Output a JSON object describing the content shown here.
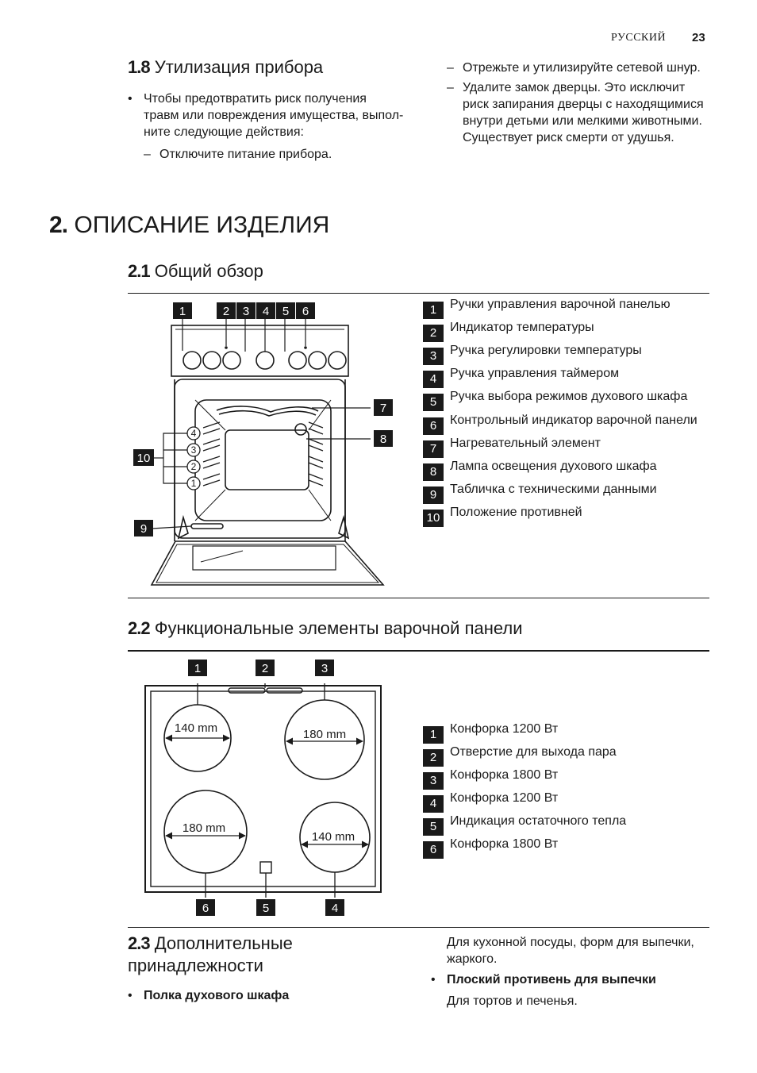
{
  "header": {
    "language": "РУССКИЙ",
    "page_number": "23"
  },
  "section_1_8": {
    "number": "1.8",
    "title": "Утилизация прибора",
    "bullet": [
      "Чтобы предотвратить риск получения",
      "травм или повреждения имущества, выпол-",
      "ните следующие действия:"
    ],
    "dash_1": "Отключите питание прибора.",
    "dash_2": "Отрежьте и утилизируйте сетевой шнур.",
    "dash_3": [
      "Удалите замок дверцы. Это исключит",
      "риск запирания дверцы с находящимися",
      "внутри детьми или мелкими животными.",
      "Существует риск смерти от удушья."
    ]
  },
  "chapter_2": {
    "number": "2.",
    "title": "ОПИСАНИЕ ИЗДЕЛИЯ"
  },
  "section_2_1": {
    "number": "2.1",
    "title": "Общий обзор",
    "callouts": [
      "1",
      "2",
      "3",
      "4",
      "5",
      "6",
      "7",
      "8",
      "9",
      "10"
    ],
    "shelf_positions": [
      "1",
      "2",
      "3",
      "4"
    ],
    "legend": [
      {
        "n": "1",
        "text": "Ручки управления варочной панелью"
      },
      {
        "n": "2",
        "text": "Индикатор температуры"
      },
      {
        "n": "3",
        "text": "Ручка регулировки температуры"
      },
      {
        "n": "4",
        "text": "Ручка управления таймером"
      },
      {
        "n": "5",
        "text": "Ручка выбора режимов духового шкафа"
      },
      {
        "n": "6",
        "text": "Контрольный индикатор варочной панели"
      },
      {
        "n": "7",
        "text": "Нагревательный элемент"
      },
      {
        "n": "8",
        "text": "Лампа освещения духового шкафа"
      },
      {
        "n": "9",
        "text": "Табличка с техническими данными"
      },
      {
        "n": "10",
        "text": "Положение противней"
      }
    ]
  },
  "section_2_2": {
    "number": "2.2",
    "title": "Функциональные элементы варочной панели",
    "callouts": [
      "1",
      "2",
      "3",
      "4",
      "5",
      "6"
    ],
    "zones": {
      "rear_left": "140 mm",
      "rear_right": "180 mm",
      "front_left": "180 mm",
      "front_right": "140 mm"
    },
    "legend": [
      {
        "n": "1",
        "text": "Конфорка 1200 Вт"
      },
      {
        "n": "2",
        "text": "Отверстие для выхода пара"
      },
      {
        "n": "3",
        "text": "Конфорка 1800 Вт"
      },
      {
        "n": "4",
        "text": "Конфорка 1200 Вт"
      },
      {
        "n": "5",
        "text": "Индикация остаточного тепла"
      },
      {
        "n": "6",
        "text": "Конфорка 1800 Вт"
      }
    ]
  },
  "section_2_3": {
    "number": "2.3",
    "title_line1": "Дополнительные",
    "title_line2": "принадлежности",
    "item_1_title": "Полка духового шкафа",
    "item_1_desc": [
      "Для кухонной посуды, форм для выпечки,",
      "жаркого."
    ],
    "item_2_title": "Плоский противень для выпечки",
    "item_2_desc": "Для тортов и печенья."
  },
  "symbols": {
    "bullet": "•",
    "dash": "–"
  }
}
